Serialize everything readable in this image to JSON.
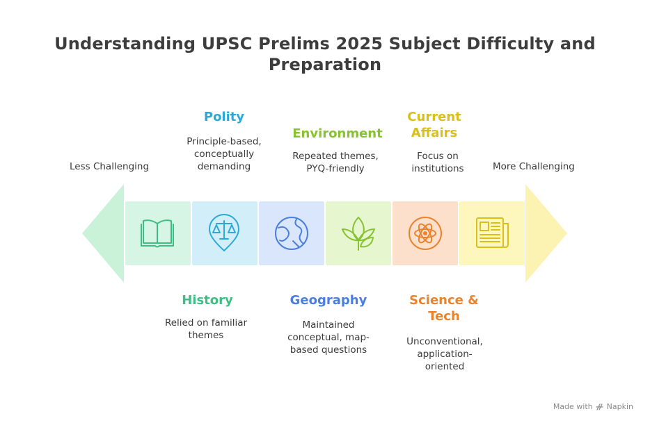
{
  "title": {
    "line1": "Understanding UPSC Prelims 2025 Subject Difficulty and",
    "line2": "Preparation"
  },
  "scale": {
    "left_label": "Less Challenging",
    "right_label": "More Challenging"
  },
  "subjects": [
    {
      "name": "History",
      "description": "Relied on familiar themes",
      "color": "#3ebd84",
      "tile_color": "#d6f5e5",
      "icon": "book-icon",
      "position": "below"
    },
    {
      "name": "Polity",
      "description": "Principle-based, conceptually demanding",
      "color": "#2aa8d8",
      "tile_color": "#d2eef9",
      "icon": "scales-pin-icon",
      "position": "above"
    },
    {
      "name": "Geography",
      "description": "Maintained conceptual, map-based questions",
      "color": "#4a7fe0",
      "tile_color": "#d9e6fb",
      "icon": "globe-icon",
      "position": "below"
    },
    {
      "name": "Environment",
      "description": "Repeated themes, PYQ-friendly",
      "color": "#86c232",
      "tile_color": "#e6f7cf",
      "icon": "leaf-icon",
      "position": "above"
    },
    {
      "name": "Science & Tech",
      "description": "Unconventional, application-oriented",
      "color": "#e8832f",
      "tile_color": "#fde0cc",
      "icon": "atom-icon",
      "position": "below"
    },
    {
      "name": "Current Affairs",
      "description": "Focus on institutions",
      "color": "#d9bf19",
      "tile_color": "#fdf6bd",
      "icon": "newspaper-icon",
      "position": "above"
    }
  ],
  "arrow_colors": {
    "left": "#c9f2d8",
    "right": "#fcf3b2"
  },
  "footer": {
    "made_with": "Made with",
    "brand": "Napkin"
  }
}
